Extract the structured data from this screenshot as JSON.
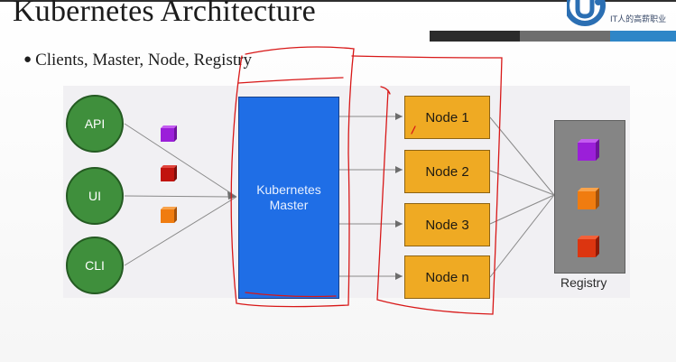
{
  "slide": {
    "title": "Kubernetes Architecture",
    "bullet": "Clients, Master, Node, Registry"
  },
  "diagram": {
    "clients": [
      {
        "label": "API"
      },
      {
        "label": "UI"
      },
      {
        "label": "CLI"
      }
    ],
    "master_label": "Kubernetes Master",
    "nodes": [
      {
        "label": "Node 1"
      },
      {
        "label": "Node 2"
      },
      {
        "label": "Node 3"
      },
      {
        "label": "Node n"
      }
    ],
    "registry_label": "Registry",
    "colors": {
      "client_green": "#3f8f3c",
      "master_blue": "#1f6ee6",
      "node_orange": "#efaa23",
      "registry_gray": "#858585",
      "cube_purple": "#9b1fd9",
      "cube_red": "#c1140e",
      "cube_orange": "#f07c10",
      "annotation_red": "#d81818"
    }
  },
  "logo": {
    "icon": "brand-logo-icon",
    "tagline": "IT人的高薪职业"
  },
  "header_bars": {
    "colors": [
      "#2b2b2b",
      "#6e6e6e",
      "#2e86c7"
    ]
  }
}
